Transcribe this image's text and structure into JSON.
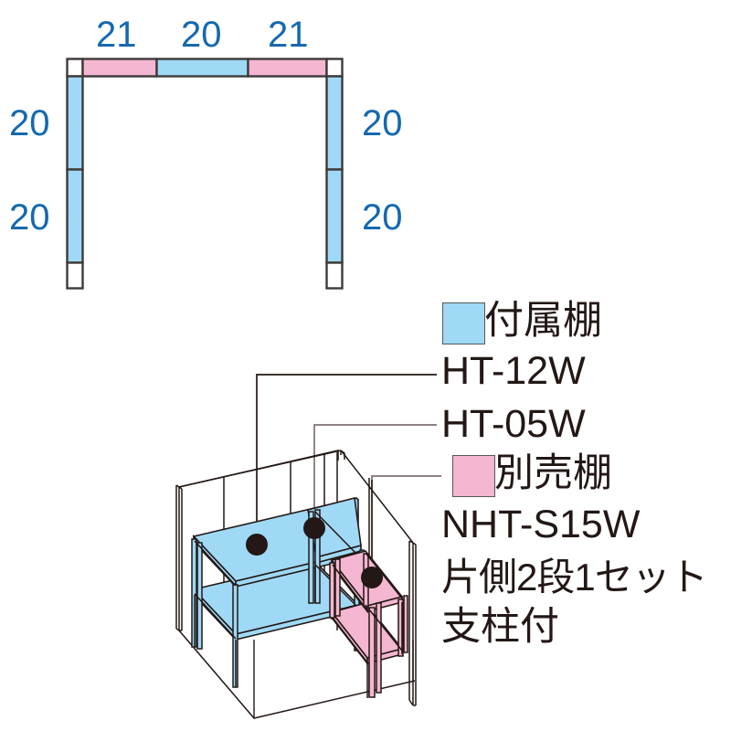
{
  "diagram": {
    "title_type": "shelf-layout-technical-drawing",
    "plan": {
      "name": "top-frame-plan",
      "dimensions": {
        "top": [
          "21",
          "20",
          "21"
        ],
        "left": [
          "20",
          "20"
        ],
        "right": [
          "20",
          "20"
        ]
      },
      "segment_colors": {
        "included_shelf": "#9FD9F6",
        "optional_shelf": "#F4B6D0",
        "post_end": "#FFFFFF",
        "outline": "#3E3A39"
      }
    },
    "legend": {
      "items": [
        {
          "swatch": "#9FD9F6",
          "label": "付属棚"
        },
        {
          "label": "HT-12W"
        },
        {
          "label": "HT-05W"
        },
        {
          "swatch": "#F4B6D0",
          "label": "別売棚"
        },
        {
          "label": "NHT-S15W"
        },
        {
          "label": "片側2段1セット"
        },
        {
          "label": "支柱付"
        }
      ]
    },
    "isometric": {
      "name": "isometric-shelf-assembly",
      "included_shelf_color": "#9FD9F6",
      "optional_shelf_color": "#F4B6D0",
      "frame_color": "#3E3A39",
      "shelf_units": [
        {
          "id": "HT-12W",
          "color": "#9FD9F6",
          "tiers": 2
        },
        {
          "id": "HT-05W",
          "color": "#9FD9F6",
          "tiers": 2
        },
        {
          "id": "NHT-S15W",
          "color": "#F4B6D0",
          "tiers": 2
        }
      ]
    },
    "accent_colors": {
      "dimension_text": "#1569AF",
      "body_text": "#231815",
      "blue_fill": "#9FD9F6",
      "pink_fill": "#F4B6D0"
    }
  }
}
